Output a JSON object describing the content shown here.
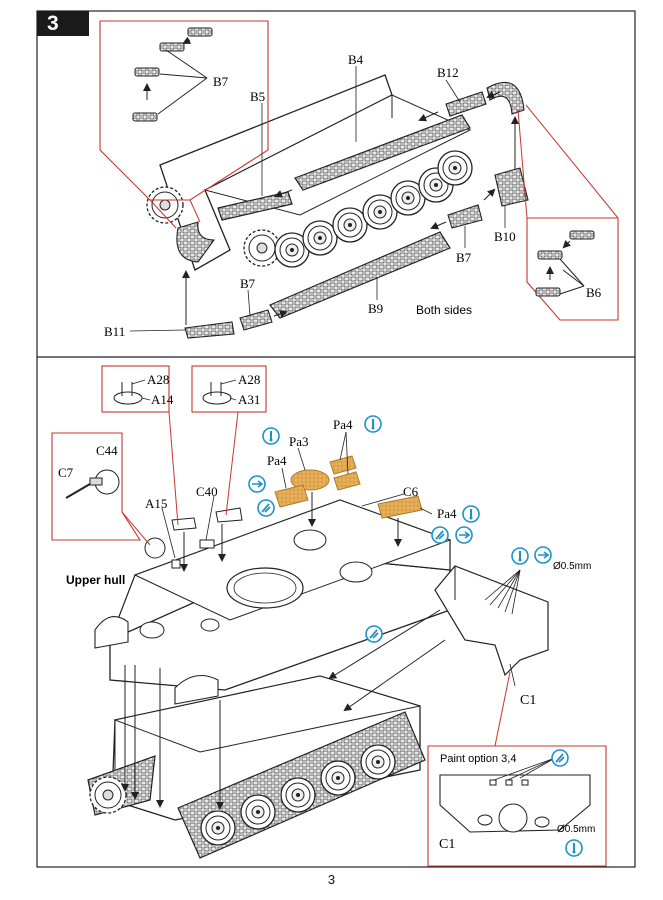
{
  "step": {
    "number": "3"
  },
  "page_number": "3",
  "track_section": {
    "labels": {
      "b4": "B4",
      "b5": "B5",
      "b7_top": "B7",
      "b12": "B12",
      "b10": "B10",
      "b7_mid": "B7",
      "b7_low": "B7",
      "b9": "B9",
      "b6": "B6",
      "b11": "B11"
    },
    "note": "Both sides"
  },
  "hull_section": {
    "labels": {
      "a28_left": "A28",
      "a14": "A14",
      "a28_right": "A28",
      "a31": "A31",
      "c44": "C44",
      "c7": "C7",
      "a15": "A15",
      "c40": "C40",
      "pa3": "Pa3",
      "pa4_a": "Pa4",
      "pa4_b": "Pa4",
      "pa4_c": "Pa4",
      "c6": "C6",
      "c1_top": "C1",
      "c1_inset": "C1",
      "drill_size_top": "Ø0.5mm",
      "drill_size_inset": "Ø0.5mm"
    },
    "upper_hull": "Upper hull",
    "paint_option": "Paint option 3,4"
  },
  "colors": {
    "callout": "#c8372d",
    "instruction_icon": "#1b93c8",
    "photo_etch": "#e9b25c",
    "line": "#222222"
  },
  "icons": [
    "drill-icon",
    "glue-icon",
    "cut-icon"
  ]
}
